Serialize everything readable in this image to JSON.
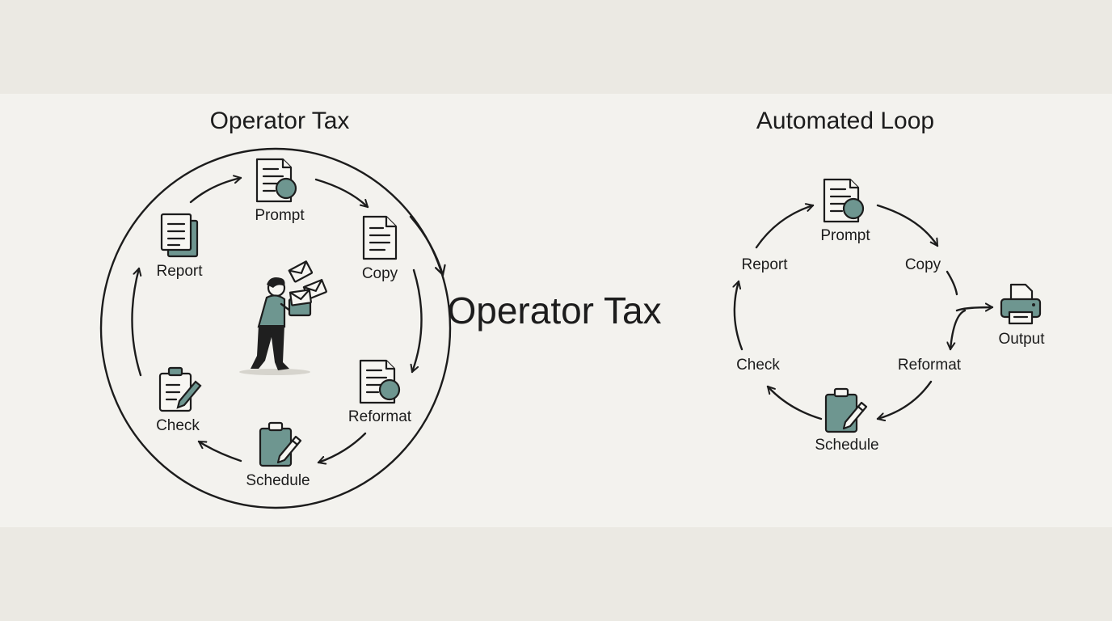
{
  "left_panel": {
    "title": "Operator Tax",
    "nodes": {
      "prompt": "Prompt",
      "copy": "Copy",
      "reformat": "Reformat",
      "schedule": "Schedule",
      "check": "Check",
      "report": "Report"
    }
  },
  "center_label": "Operator Tax",
  "right_panel": {
    "title": "Automated Loop",
    "nodes": {
      "prompt": "Prompt",
      "copy": "Copy",
      "output": "Output",
      "reformat": "Reformat",
      "schedule": "Schedule",
      "check": "Check",
      "report": "Report"
    }
  },
  "icons": {
    "prompt": "document-with-circle-icon",
    "copy": "document-icon",
    "reformat": "document-with-circle-icon",
    "schedule": "clipboard-pencil-icon",
    "check": "clipboard-pencil-icon",
    "report": "stacked-documents-icon",
    "output": "printer-icon",
    "operator": "person-carrying-box-icon"
  },
  "colors": {
    "accent": "#6e9690",
    "ink": "#1c1c1c",
    "panel": "#f3f2ee",
    "background": "#ebe9e3"
  }
}
